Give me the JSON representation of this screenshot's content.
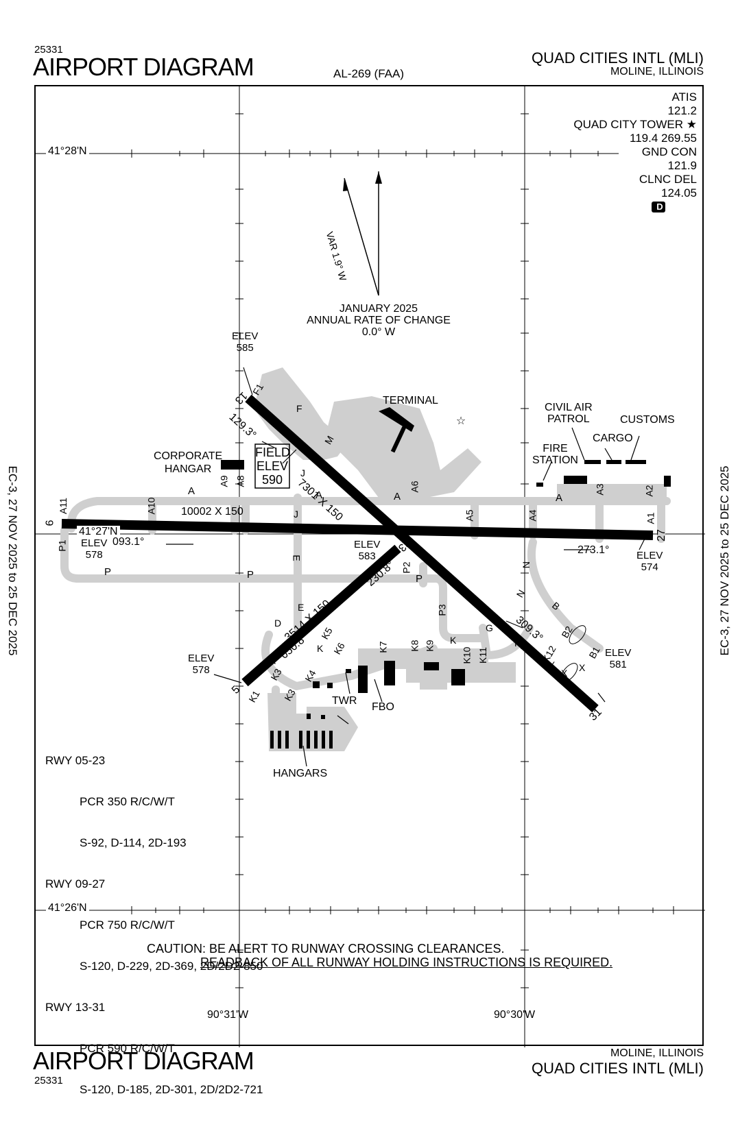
{
  "header": {
    "id": "25331",
    "title": "AIRPORT DIAGRAM",
    "chart_ref": "AL-269 (FAA)",
    "airport_name": "QUAD CITIES INTL (MLI)",
    "city": "MOLINE, ILLINOIS"
  },
  "footer": {
    "id": "25331",
    "title": "AIRPORT DIAGRAM",
    "airport_name": "QUAD CITIES INTL (MLI)",
    "city": "MOLINE, ILLINOIS"
  },
  "effective": {
    "left": "EC-3, 27 NOV 2025 to 25 DEC 2025",
    "right": "EC-3, 27 NOV 2025 to 25 DEC 2025"
  },
  "frequencies": [
    {
      "label": "ATIS",
      "value": "121.2"
    },
    {
      "label": "QUAD CITY TOWER ★",
      "value": "119.4  269.55"
    },
    {
      "label": "GND CON",
      "value": "121.9"
    },
    {
      "label": "CLNC DEL",
      "value": "124.05"
    }
  ],
  "airspace_class": "D",
  "latitudes": [
    "41°28'N",
    "41°27'N",
    "41°26'N"
  ],
  "longitudes": [
    "90°31'W",
    "90°30'W"
  ],
  "magnetic": {
    "var": "VAR 1.9° W",
    "date": "JANUARY 2025",
    "rate_label": "ANNUAL RATE OF CHANGE",
    "rate": "0.0° W"
  },
  "runway_labels": {
    "r13": "13",
    "r31": "31",
    "r9": "9",
    "r27": "27",
    "r5": "5",
    "r23": "23",
    "dim_13_31": "7301 X 150",
    "dim_9_27": "10002 X 150",
    "dim_5_23": "3514 X 150",
    "hdg_129": "129.3°",
    "hdg_093": "093.1°",
    "hdg_273": "273.1°",
    "hdg_230": "230.8°",
    "hdg_050": "050.8°",
    "hdg_309": "309.3°"
  },
  "elevations": {
    "e585": [
      "ELEV",
      "585"
    ],
    "e578w": [
      "ELEV",
      "578"
    ],
    "e583": [
      "ELEV",
      "583"
    ],
    "e574": [
      "ELEV",
      "574"
    ],
    "e578sw": [
      "ELEV",
      "578"
    ],
    "e581": [
      "ELEV",
      "581"
    ],
    "field": [
      "FIELD",
      "ELEV",
      "590"
    ]
  },
  "facilities": {
    "terminal": "TERMINAL",
    "corporate_hangar": [
      "CORPORATE",
      "HANGAR"
    ],
    "civil_air_patrol": [
      "CIVIL AIR",
      "PATROL"
    ],
    "customs": "CUSTOMS",
    "cargo": "CARGO",
    "fire_station": [
      "FIRE",
      "STATION"
    ],
    "twr": "TWR",
    "fbo": "FBO",
    "hangars": "HANGARS"
  },
  "taxiways": {
    "A_labels": [
      "A",
      "A",
      "A",
      "A"
    ],
    "P_labels": [
      "P",
      "P",
      "P"
    ],
    "misc": [
      "A11",
      "A10",
      "A9",
      "A8",
      "A6",
      "A5",
      "A4",
      "A3",
      "A2",
      "A1",
      "P1",
      "P2",
      "P3",
      "F1",
      "F",
      "M",
      "J",
      "J",
      "E",
      "D",
      "E",
      "K",
      "K5",
      "K6",
      "K7",
      "K8",
      "K9",
      "K",
      "K10",
      "K11",
      "G",
      "K",
      "K12",
      "B",
      "B2",
      "B1",
      "N",
      "N",
      "X",
      "X",
      "X",
      "K4",
      "K3",
      "K2",
      "K1",
      "K3"
    ]
  },
  "runway_data": [
    {
      "rwy": "RWY 05-23",
      "pcr": "PCR 350 R/C/W/T",
      "wt": "S-92, D-114, 2D-193"
    },
    {
      "rwy": "RWY 09-27",
      "pcr": "PCR 750 R/C/W/T",
      "wt": "S-120, D-229, 2D-369, 2D/2D2-850"
    },
    {
      "rwy": "RWY 13-31",
      "pcr": "PCR 590 R/C/W/T",
      "wt": "S-120, D-185, 2D-301, 2D/2D2-721"
    }
  ],
  "caution": {
    "line1": "CAUTION: BE ALERT TO RUNWAY CROSSING CLEARANCES.",
    "line2": "READBACK OF ALL RUNWAY HOLDING INSTRUCTIONS IS REQUIRED."
  }
}
